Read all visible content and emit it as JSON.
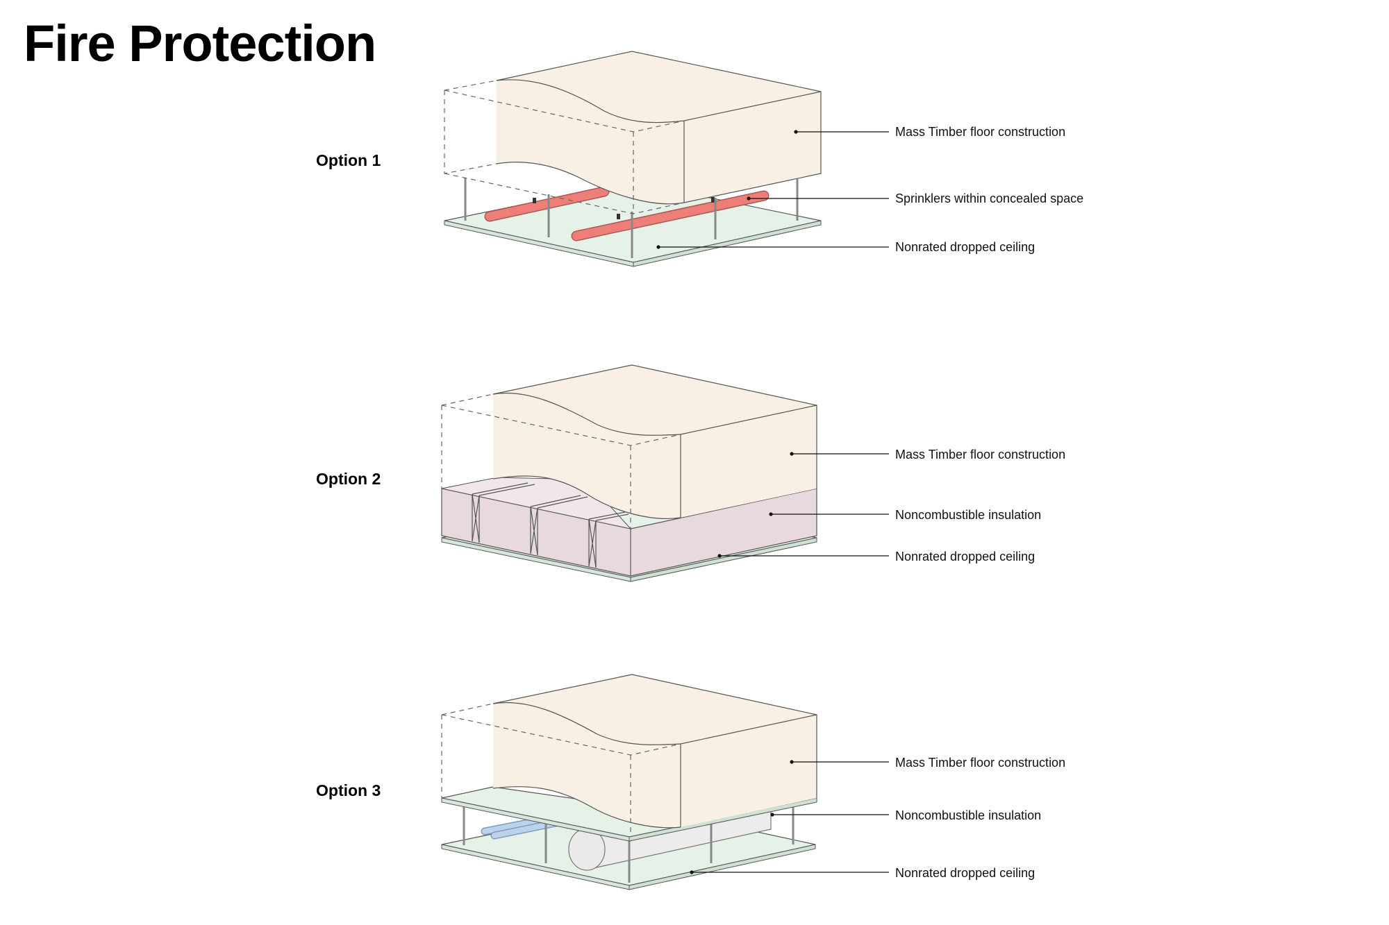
{
  "title": "Fire Protection",
  "colors": {
    "timber": "#f8efe5",
    "ceiling": "#e6f1e8",
    "sprinkler_pipe": "#ee7f78",
    "insulation": "#e7d9de",
    "water_pipe": "#bcd3ec",
    "duct": "#ececec",
    "edge": "#555555"
  },
  "options": [
    {
      "label": "Option 1",
      "callouts": [
        "Mass Timber floor construction",
        "Sprinklers within concealed space",
        "Nonrated dropped ceiling"
      ]
    },
    {
      "label": "Option 2",
      "callouts": [
        "Mass Timber floor construction",
        "Noncombustible insulation",
        "Nonrated dropped ceiling"
      ]
    },
    {
      "label": "Option 3",
      "callouts": [
        "Mass Timber floor construction",
        "Noncombustible insulation",
        "Nonrated dropped ceiling"
      ]
    }
  ]
}
